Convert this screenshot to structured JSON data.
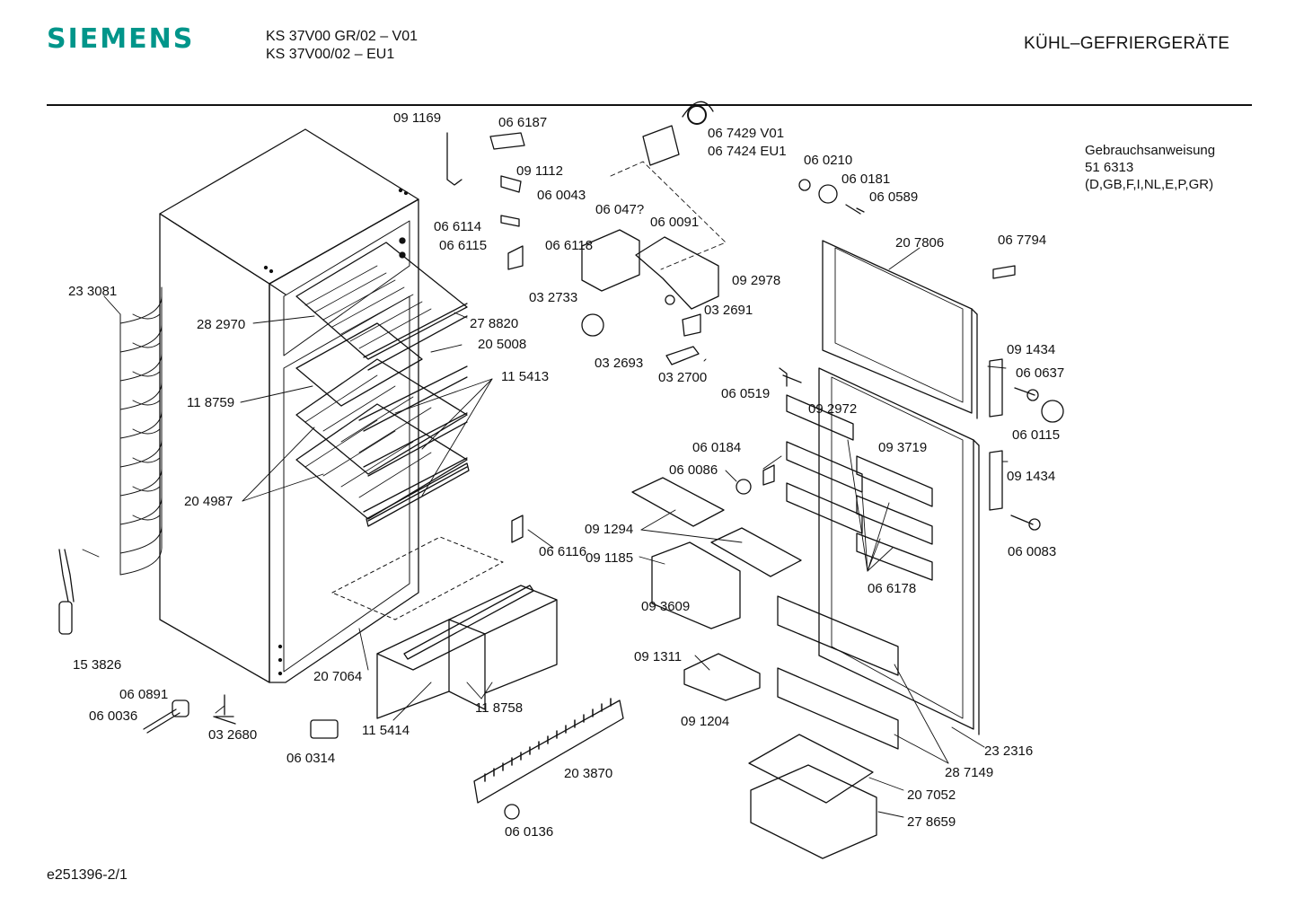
{
  "header": {
    "brand": "SIEMENS",
    "model_lines": [
      "KS 37V00 GR/02 – V01",
      "KS 37V00/02  – EU1"
    ],
    "category": "KÜHL–GEFRIERGERÄTE",
    "brand_color": "#00958a"
  },
  "manual": {
    "title": "Gebrauchsanweisung",
    "number": "51 6313",
    "languages": "(D,GB,F,I,NL,E,P,GR)"
  },
  "footer": {
    "doc_id": "e251396-2/1"
  },
  "part_labels": [
    "09 1169",
    "06 6187",
    "09 1112",
    "06 0043",
    "06 047?",
    "06 6114",
    "06 6115",
    "06 6118",
    "06 0091",
    "06 7429 V01",
    "06 7424 EU1",
    "06 0210",
    "06 0181",
    "06 0589",
    "Gebrauchsanweisung",
    "20 7806",
    "06 7794",
    "09 2978",
    "03 2733",
    "03 2691",
    "03 2693",
    "03 2700",
    "23 3081",
    "28 2970",
    "27 8820",
    "20 5008",
    "11 5413",
    "11 8759",
    "20 4987",
    "09 1434",
    "06 0637",
    "06 0519",
    "09 2972",
    "06 0115",
    "06 0184",
    "09 3719",
    "06 0086",
    "09 1434",
    "09 1294",
    "06 6116",
    "06 0083",
    "09 1185",
    "06 6178",
    "09 3609",
    "15 3826",
    "20 7064",
    "09 1311",
    "06 0891",
    "06 0036",
    "03 2680",
    "11 5414",
    "11 8758",
    "09 1204",
    "23 2316",
    "06 0314",
    "20 3870",
    "28 7149",
    "20 7052",
    "27 8659",
    "06 0136"
  ]
}
